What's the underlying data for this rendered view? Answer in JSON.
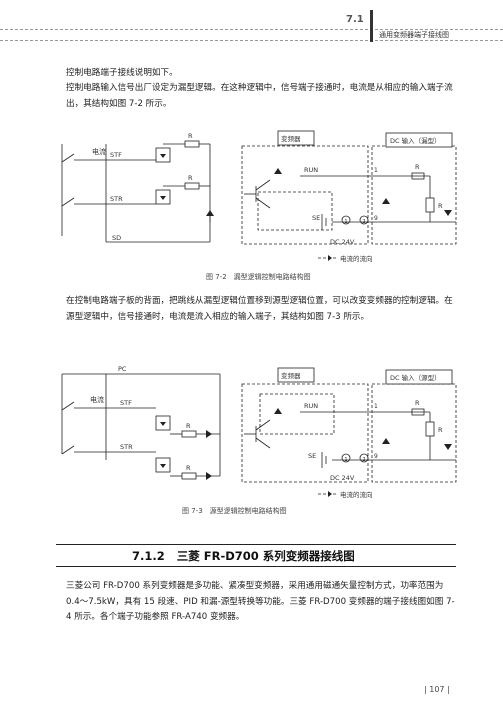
{
  "header": {
    "section_number": "7.1",
    "section_title": "通用变频器端子接线图"
  },
  "paragraphs": {
    "p1": "控制电路端子接线说明如下。",
    "p2": "控制电路输入信号出厂设定为漏型逻辑。在这种逻辑中，信号端子接通时，电流是从相应的输入端子流出，其结构如图 7-2 所示。",
    "p3": "在控制电路端子板的背面，把跳线从漏型逻辑位置移到源型逻辑位置，可以改变变频器的控制逻辑。在源型逻辑中，信号接通时，电流是流入相应的输入端子，其结构如图 7-3 所示。",
    "p4": "三菱公司 FR-D700 系列变频器是多功能、紧凑型变频器，采用通用磁通矢量控制方式，功率范围为 0.4～7.5kW，具有 15 段速、PID 和漏-源型转换等功能。三菱 FR-D700 变频器的端子接线图如图 7-4 所示。各个端子功能参照 FR-A740 变频器。"
  },
  "figure_72": {
    "caption": "图 7-2　漏型逻辑控制电路结构图",
    "labels": {
      "current": "电流",
      "stf": "STF",
      "str": "STR",
      "sd": "SD",
      "r": "R",
      "inverter": "变频器",
      "dc_input": "DC 输入（漏型）",
      "run": "RUN",
      "se": "SE",
      "dc24v": "DC 24V",
      "one": "1",
      "nine": "9",
      "legend": "电流的流向"
    }
  },
  "figure_73": {
    "caption": "图 7-3　源型逻辑控制电路结构图",
    "labels": {
      "pc": "PC",
      "current": "电流",
      "stf": "STF",
      "str": "STR",
      "r": "R",
      "inverter": "变频器",
      "dc_input": "DC 输入（源型）",
      "run": "RUN",
      "se": "SE",
      "dc24v": "DC 24V",
      "one": "1",
      "nine": "9",
      "legend": "电流的流向"
    }
  },
  "section": {
    "number": "7.1.2",
    "title": "三菱 FR-D700 系列变频器接线图"
  },
  "footer": {
    "page_number": "| 107 |"
  }
}
